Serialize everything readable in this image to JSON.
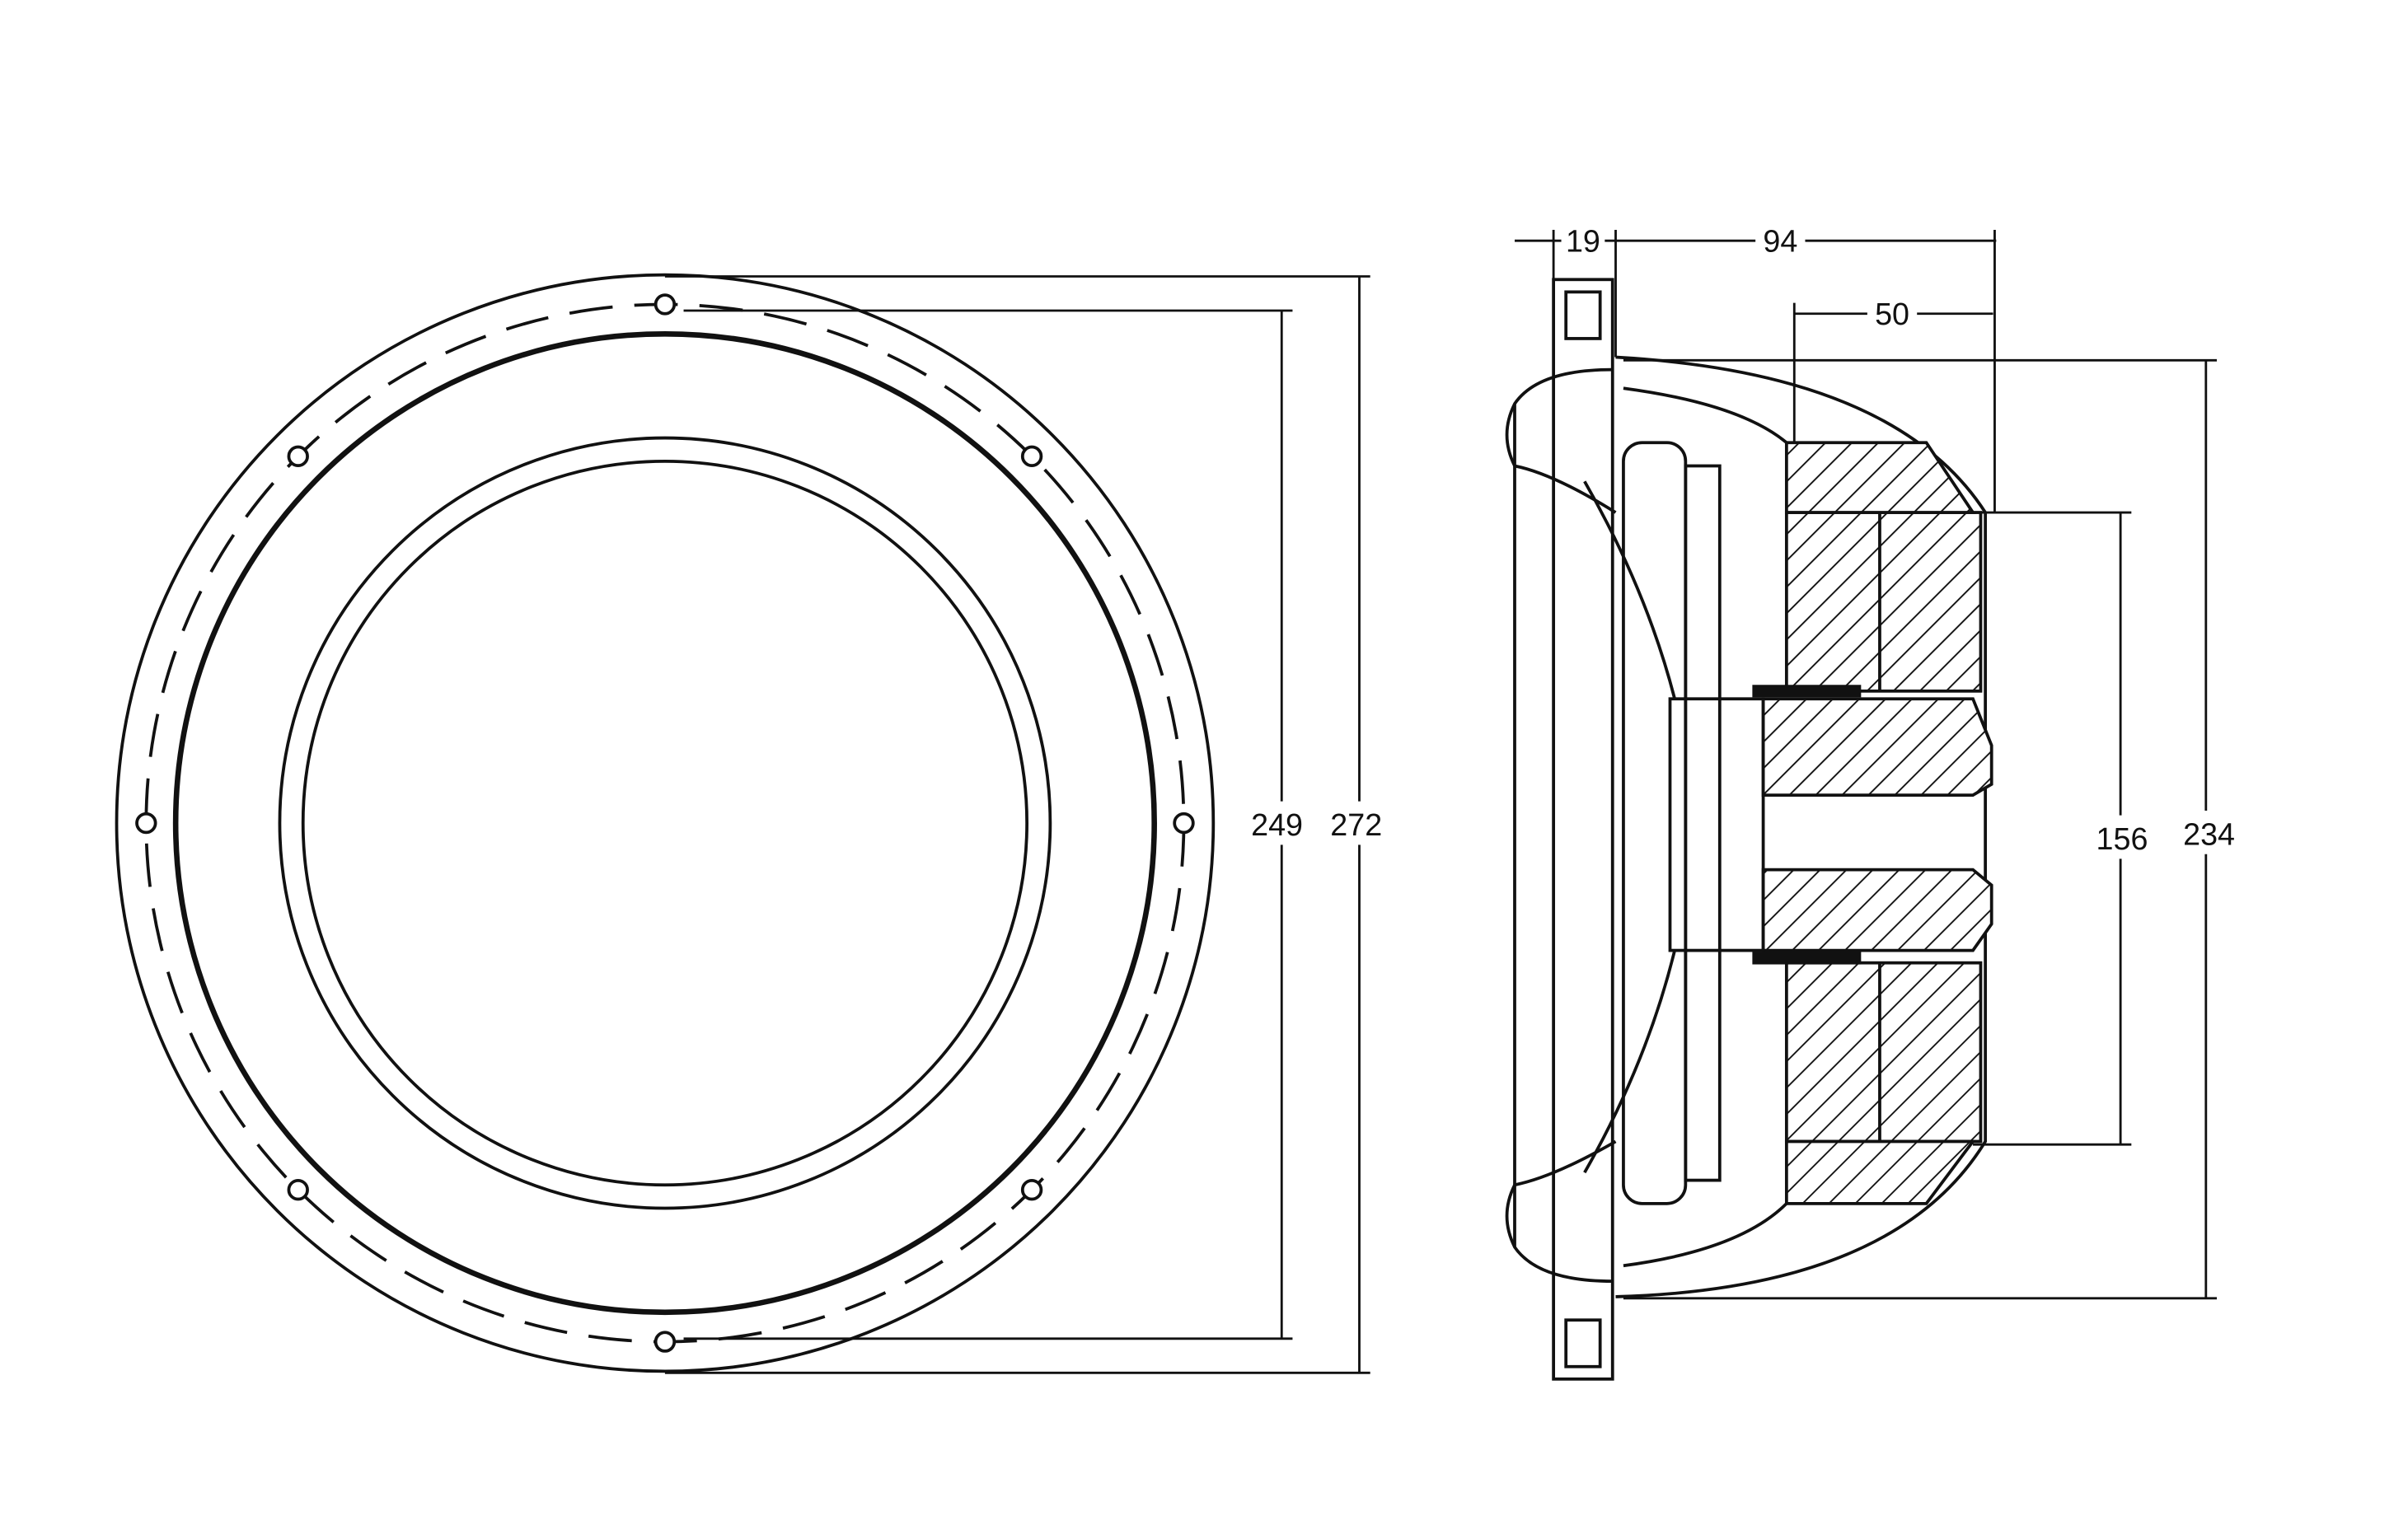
{
  "title": "Speaker driver dimensional drawing (front and side section views)",
  "colors": {
    "line": "#111111",
    "background": "#ffffff"
  },
  "front_view": {
    "dimensions": {
      "bolt_circle": "249",
      "outer_diameter": "272"
    },
    "bolt_holes": 8
  },
  "side_view": {
    "dimensions": {
      "flange_depth": "19",
      "total_depth": "94",
      "magnet_depth": "50",
      "magnet_diameter": "156",
      "basket_diameter": "234"
    }
  }
}
